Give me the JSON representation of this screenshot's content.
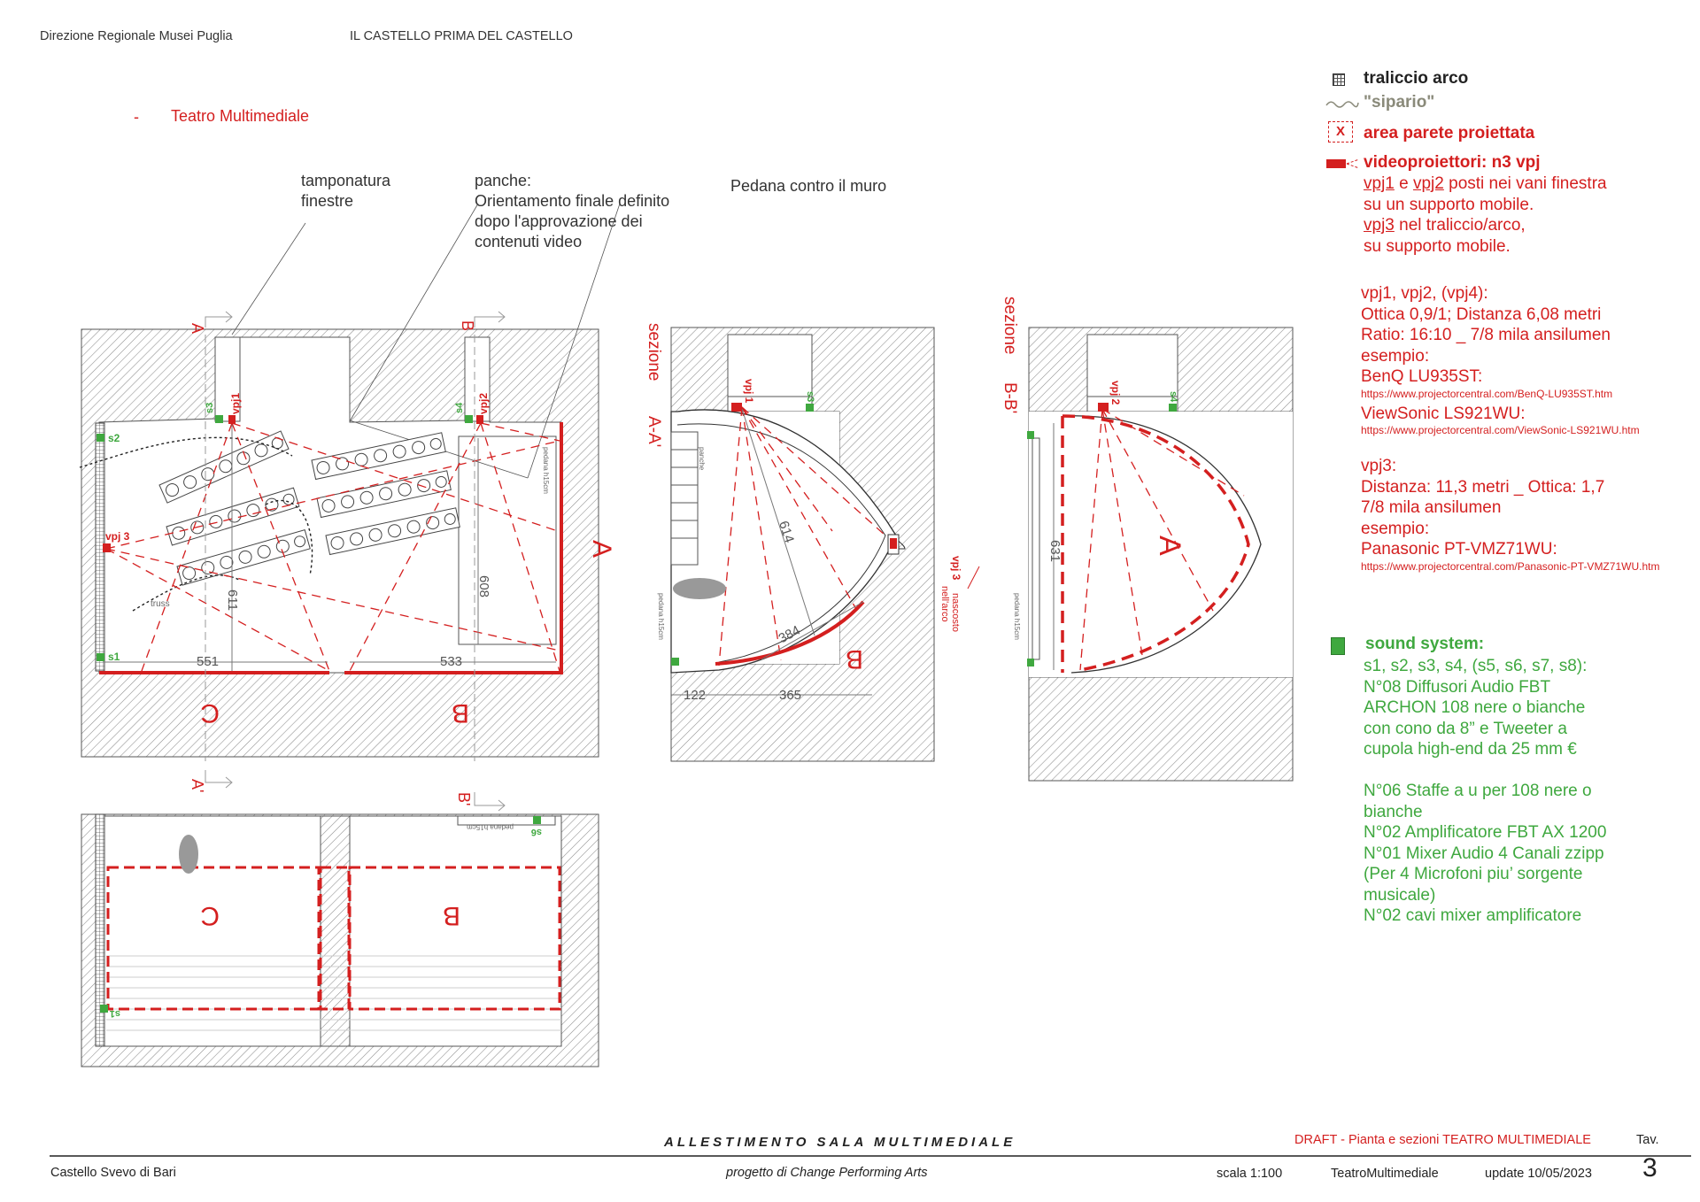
{
  "header": {
    "org": "Direzione Regionale Musei Puglia",
    "project": "IL CASTELLO PRIMA DEL CASTELLO",
    "dash": "-",
    "subtitle": "Teatro Multimediale"
  },
  "annotations": {
    "tamponatura": [
      "tamponatura",
      "finestre"
    ],
    "panche": [
      "panche:",
      "Orientamento finale definito",
      "dopo l'approvazione dei",
      "contenuti video"
    ],
    "pedana": "Pedana contro il muro"
  },
  "legend": {
    "traliccio": "traliccio arco",
    "sipario": "\"sipario\"",
    "area_mark": "X",
    "area": "area parete proiettata",
    "videoproiettori": "videoproiettori: n3 vpj",
    "vp_lines": [
      {
        "parts": [
          "vpj1",
          " e ",
          "vpj2",
          " posti nei vani finestra"
        ]
      },
      {
        "parts": [
          "su un supporto mobile."
        ]
      },
      {
        "parts": [
          "vpj3",
          " nel traliccio/arco,"
        ]
      },
      {
        "parts": [
          "su supporto mobile."
        ]
      }
    ]
  },
  "projector_info": {
    "block1": [
      "vpj1, vpj2, (vpj4):",
      "Ottica 0,9/1; Distanza 6,08 metri",
      "Ratio: 16:10 _ 7/8 mila ansilumen",
      "esempio:",
      "BenQ LU935ST:"
    ],
    "url1": "https://www.projectorcentral.com/BenQ-LU935ST.htm",
    "model2": "ViewSonic LS921WU:",
    "url2": "https://www.projectorcentral.com/ViewSonic-LS921WU.htm",
    "block2": [
      "vpj3:",
      "Distanza: 11,3 metri _ Ottica: 1,7",
      "7/8 mila ansilumen",
      "esempio:",
      "Panasonic PT-VMZ71WU:"
    ],
    "url3": "https://www.projectorcentral.com/Panasonic-PT-VMZ71WU.htm"
  },
  "sound": {
    "title": "sound system:",
    "lines": [
      "s1, s2, s3, s4, (s5, s6, s7, s8):",
      "N°08  Diffusori Audio FBT",
      "ARCHON 108 nere o bianche",
      "con cono da 8” e Tweeter a",
      "cupola high-end da 25 mm €",
      "",
      "N°06 Staffe a u per 108 nere o",
      "bianche",
      "N°02 Amplificatore FBT AX 1200",
      "N°01 Mixer Audio 4 Canali zzipp",
      "(Per 4 Microfoni piu’ sorgente",
      "musicale)",
      "N°02 cavi mixer amplificatore"
    ]
  },
  "plan": {
    "section_a": "A",
    "section_a_prime": "A'",
    "section_b": "B",
    "section_b_prime": "B'",
    "wall_a": "A",
    "wall_b": "B",
    "wall_c": "C",
    "dim_551": "551",
    "dim_533": "533",
    "dim_611": "611",
    "dim_608": "608",
    "truss": "truss",
    "pedana_h15": "pedana h15cm",
    "speakers": {
      "s1": "s1",
      "s2": "s2",
      "s3": "s3",
      "s4": "s4",
      "s6": "s6"
    },
    "projectors": {
      "vpj1": "vpj1",
      "vpj2": "vpj2",
      "vpj3": "vpj 3"
    }
  },
  "section_aa": {
    "label": [
      "sezione",
      "A-A'"
    ],
    "vpj": "vpj 1",
    "s3": "s3",
    "panche": "panche",
    "dim_614": "614",
    "dim_384": "384",
    "dim_122": "122",
    "dim_365": "365",
    "pedana": "pedana h15cm",
    "wall": "B",
    "vpj3_note": [
      "vpj 3",
      "nascosto",
      "nell'arco"
    ]
  },
  "section_bb": {
    "label": [
      "sezione",
      "B-B'"
    ],
    "vpj": "vpj 2",
    "s4": "s4",
    "dim_631": "631",
    "pedana": "pedana h15cm",
    "wall": "A"
  },
  "footer": {
    "title": "ALLESTIMENTO SALA MULTIMEDIALE",
    "draft_prefix": "DRAFT",
    "draft_rest": " - Pianta e sezioni TEATRO MULTIMEDIALE",
    "tav_label": "Tav.",
    "tav_num": "3",
    "site": "Castello Svevo di Bari",
    "credit": "progetto di Change Performing Arts",
    "scale": "scala 1:100",
    "file": "TeatroMultimediale",
    "update": "update 10/05/2023"
  },
  "colors": {
    "accent_red": "#d41f1f",
    "sound_green": "#3fa83f",
    "hatch_gray": "#8c8c8c"
  }
}
